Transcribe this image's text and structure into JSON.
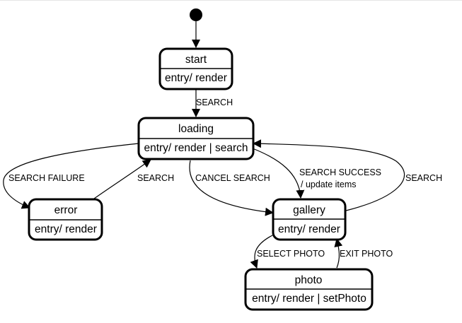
{
  "states": {
    "start": {
      "name": "start",
      "actions": "entry/ render"
    },
    "loading": {
      "name": "loading",
      "actions": "entry/ render | search"
    },
    "error": {
      "name": "error",
      "actions": "entry/ render"
    },
    "gallery": {
      "name": "gallery",
      "actions": "entry/ render"
    },
    "photo": {
      "name": "photo",
      "actions": "entry/ render | setPhoto"
    }
  },
  "transitions": {
    "start_to_loading": {
      "label": "SEARCH"
    },
    "loading_to_error": {
      "label": "SEARCH FAILURE"
    },
    "error_to_loading": {
      "label": "SEARCH"
    },
    "loading_to_gallery_cancel": {
      "label": "CANCEL SEARCH"
    },
    "loading_to_gallery_success": {
      "label": "SEARCH SUCCESS",
      "note": "/ update items"
    },
    "gallery_to_loading": {
      "label": "SEARCH"
    },
    "gallery_to_photo": {
      "label": "SELECT PHOTO"
    },
    "photo_to_gallery": {
      "label": "EXIT PHOTO"
    }
  },
  "colors": {
    "stroke": "#000000",
    "fill": "#ffffff",
    "background": "#ffffff"
  }
}
